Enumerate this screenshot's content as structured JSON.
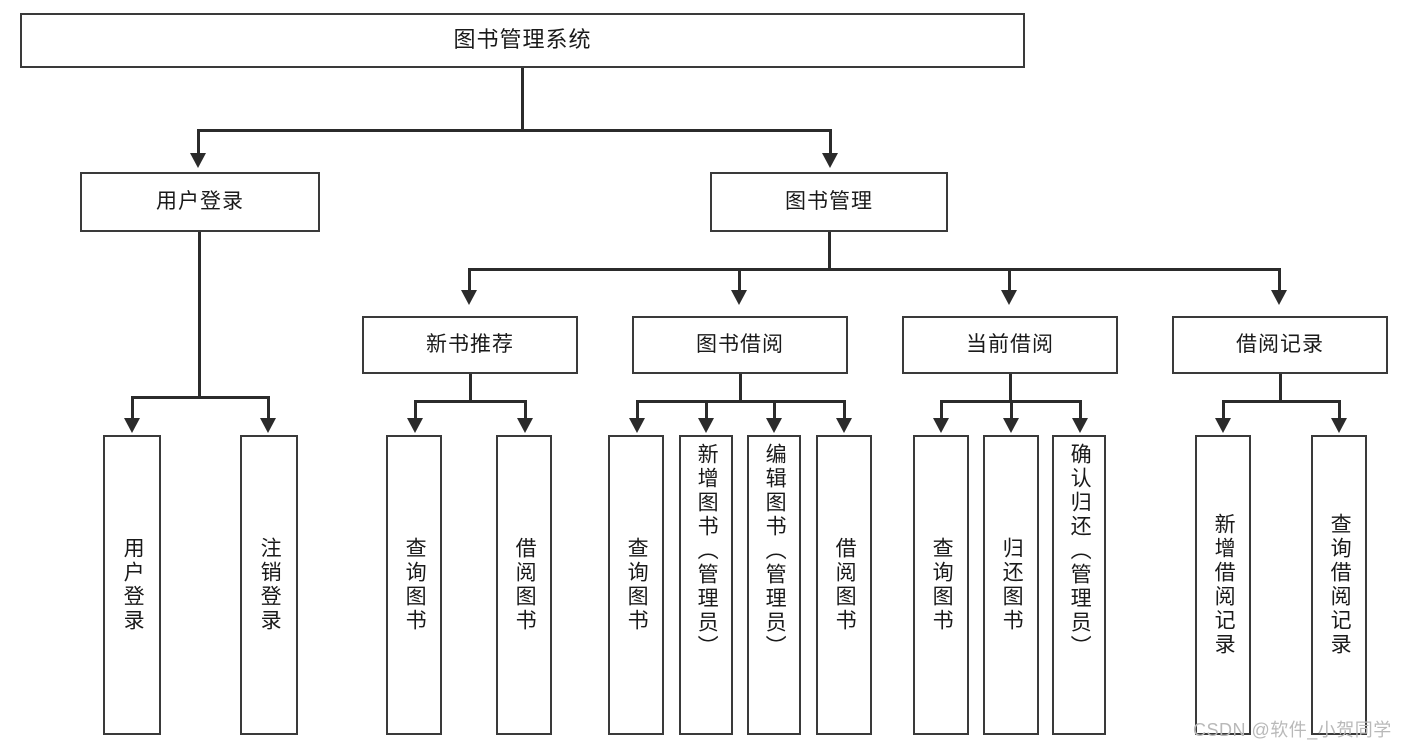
{
  "diagram": {
    "type": "tree-hierarchy-chart",
    "title_node": {
      "label": "图书管理系统"
    },
    "level2": [
      {
        "id": "user-login",
        "label": "用户登录"
      },
      {
        "id": "book-management",
        "label": "图书管理"
      }
    ],
    "level3": [
      {
        "id": "new-book-recommend",
        "label": "新书推荐"
      },
      {
        "id": "book-borrow",
        "label": "图书借阅"
      },
      {
        "id": "current-borrow",
        "label": "当前借阅"
      },
      {
        "id": "borrow-record",
        "label": "借阅记录"
      }
    ],
    "leaves": [
      {
        "id": "leaf-user-login",
        "label": "用户登录",
        "parent": "user-login"
      },
      {
        "id": "leaf-logout-login",
        "label": "注销登录",
        "parent": "user-login"
      },
      {
        "id": "leaf-query-book-1",
        "label": "查询图书",
        "parent": "new-book-recommend"
      },
      {
        "id": "leaf-borrow-book-1",
        "label": "借阅图书",
        "parent": "new-book-recommend"
      },
      {
        "id": "leaf-query-book-2",
        "label": "查询图书",
        "parent": "book-borrow"
      },
      {
        "id": "leaf-add-book",
        "label": "新增图书（管理员）",
        "parent": "book-borrow"
      },
      {
        "id": "leaf-edit-book",
        "label": "编辑图书（管理员）",
        "parent": "book-borrow"
      },
      {
        "id": "leaf-borrow-book-2",
        "label": "借阅图书",
        "parent": "book-borrow"
      },
      {
        "id": "leaf-query-book-3",
        "label": "查询图书",
        "parent": "current-borrow"
      },
      {
        "id": "leaf-return-book",
        "label": "归还图书",
        "parent": "current-borrow"
      },
      {
        "id": "leaf-confirm-return",
        "label": "确认归还（管理员）",
        "parent": "current-borrow"
      },
      {
        "id": "leaf-add-record",
        "label": "新增借阅记录",
        "parent": "borrow-record"
      },
      {
        "id": "leaf-query-record",
        "label": "查询借阅记录",
        "parent": "borrow-record"
      }
    ],
    "watermark": "CSDN @软件_小贺同学",
    "colors": {
      "stroke": "#2b2b2b",
      "box_border": "#3a3a3a",
      "background": "#ffffff",
      "text": "#1a1a1a",
      "watermark": "#b9b9b9"
    }
  }
}
